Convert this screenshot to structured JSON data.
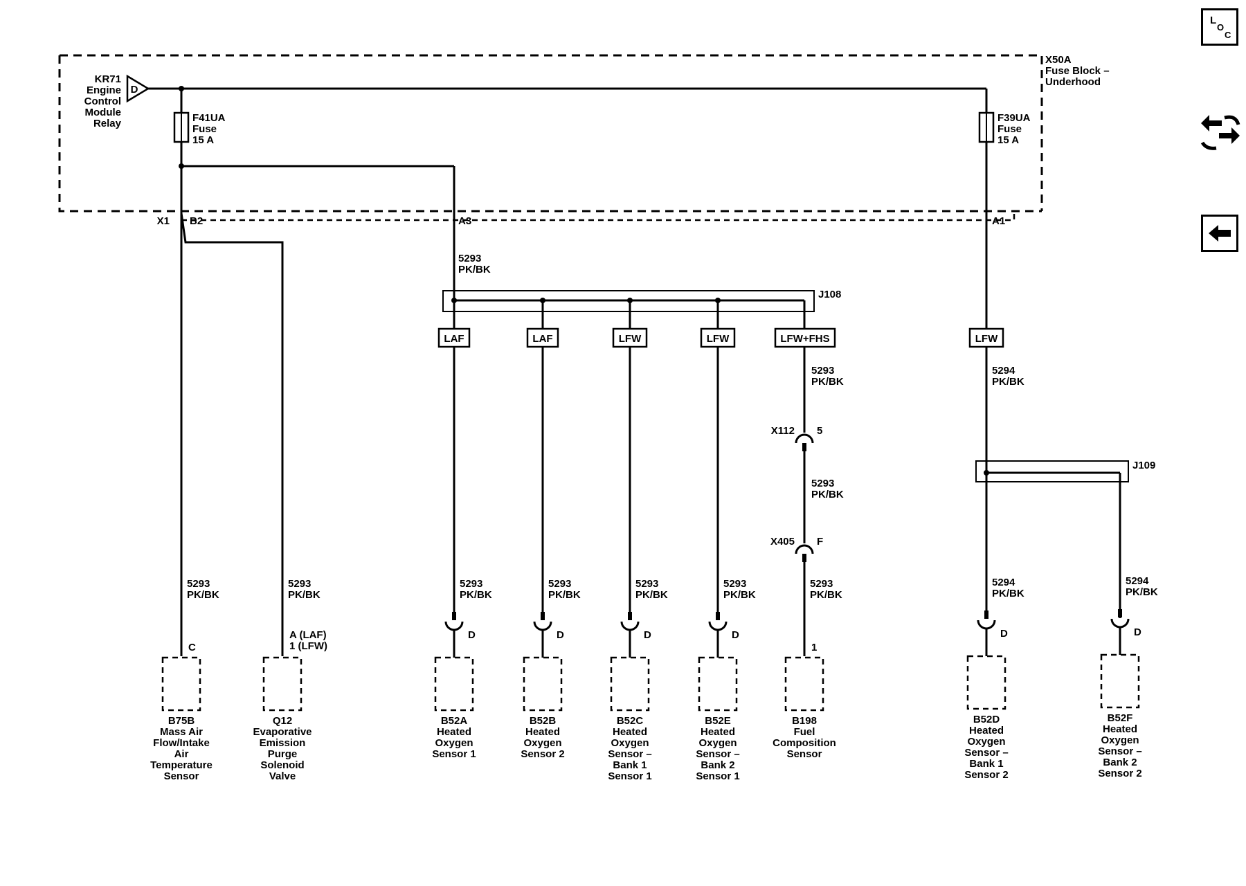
{
  "nav": {
    "loc_icon": "loc-icon",
    "swap_icon": "swap-arrows-icon",
    "back_icon": "left-arrow-icon",
    "loc_l": "L",
    "loc_o": "O",
    "loc_c": "C"
  },
  "fuse_block": {
    "id": "X50A",
    "line1": "Fuse Block –",
    "line2": "Underhood"
  },
  "relay": {
    "lines": [
      "KR71",
      "Engine",
      "Control",
      "Module",
      "Relay"
    ],
    "pin": "D"
  },
  "fuses": [
    {
      "id": "F41UA",
      "type": "Fuse",
      "rating": "15 A"
    },
    {
      "id": "F39UA",
      "type": "Fuse",
      "rating": "15 A"
    }
  ],
  "connectors": {
    "x1": "X1",
    "b2": "B2",
    "a3": "A3",
    "a1": "A1"
  },
  "splices": {
    "j108": "J108",
    "j109": "J109"
  },
  "options": [
    "LAF",
    "LAF",
    "LFW",
    "LFW",
    "LFW+FHS",
    "LFW"
  ],
  "inline_connectors": [
    {
      "id": "X112",
      "pin": "5"
    },
    {
      "id": "X405",
      "pin": "F"
    }
  ],
  "wire_labels": {
    "a3_circuit": "5293",
    "a3_color": "PK/BK",
    "fhs_upper_circuit": "5293",
    "fhs_upper_color": "PK/BK",
    "fhs_mid_circuit": "5293",
    "fhs_mid_color": "PK/BK",
    "a1_circuit": "5294",
    "a1_color": "PK/BK"
  },
  "components": [
    {
      "circuit": "5293",
      "color": "PK/BK",
      "pin": "C",
      "pin2": "",
      "name": [
        "B75B",
        "Mass Air",
        "Flow/Intake",
        "Air",
        "Temperature",
        "Sensor"
      ]
    },
    {
      "circuit": "5293",
      "color": "PK/BK",
      "pin": "A (LAF)",
      "pin2": "1 (LFW)",
      "name": [
        "Q12",
        "Evaporative",
        "Emission",
        "Purge",
        "Solenoid",
        "Valve"
      ]
    },
    {
      "circuit": "5293",
      "color": "PK/BK",
      "pin": "D",
      "pin2": "",
      "name": [
        "B52A",
        "Heated",
        "Oxygen",
        "Sensor 1"
      ]
    },
    {
      "circuit": "5293",
      "color": "PK/BK",
      "pin": "D",
      "pin2": "",
      "name": [
        "B52B",
        "Heated",
        "Oxygen",
        "Sensor 2"
      ]
    },
    {
      "circuit": "5293",
      "color": "PK/BK",
      "pin": "D",
      "pin2": "",
      "name": [
        "B52C",
        "Heated",
        "Oxygen",
        "Sensor –",
        "Bank 1",
        "Sensor 1"
      ]
    },
    {
      "circuit": "5293",
      "color": "PK/BK",
      "pin": "D",
      "pin2": "",
      "name": [
        "B52E",
        "Heated",
        "Oxygen",
        "Sensor –",
        "Bank 2",
        "Sensor 1"
      ]
    },
    {
      "circuit": "5293",
      "color": "PK/BK",
      "pin": "1",
      "pin2": "",
      "name": [
        "B198",
        "Fuel",
        "Composition",
        "Sensor"
      ]
    },
    {
      "circuit": "5294",
      "color": "PK/BK",
      "pin": "D",
      "pin2": "",
      "name": [
        "B52D",
        "Heated",
        "Oxygen",
        "Sensor –",
        "Bank 1",
        "Sensor 2"
      ]
    },
    {
      "circuit": "5294",
      "color": "PK/BK",
      "pin": "D",
      "pin2": "",
      "name": [
        "B52F",
        "Heated",
        "Oxygen",
        "Sensor –",
        "Bank 2",
        "Sensor 2"
      ]
    }
  ]
}
